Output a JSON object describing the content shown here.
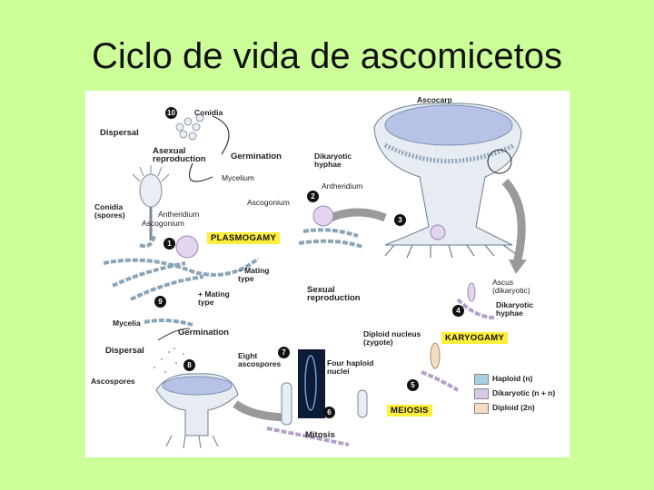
{
  "title": "Ciclo de vida de ascomicetos",
  "labels": {
    "ascocarp": "Ascocarp",
    "conidia": "Conidia",
    "dispersal_top": "Dispersal",
    "asexual_reproduction": "Asexual\nreproduction",
    "germination_top": "Germination",
    "mycelium": "Mycelium",
    "conidia_spores": "Conidia\n(spores)",
    "dikaryotic_hyphae_top": "Dikaryotic\nhyphae",
    "antheridium_right": "Antheridium",
    "ascogonium_right": "Ascogonium",
    "antheridium_left": "Antheridium",
    "ascogonium_left": "Ascogonium",
    "minus_mating": "– Mating\ntype",
    "plus_mating": "+ Mating\ntype",
    "sexual_reproduction": "Sexual\nreproduction",
    "ascus": "Ascus\n(dikaryotic)",
    "dikaryotic_hyphae_bottom": "Dikaryotic\nhyphae",
    "mycelia": "Mycelia",
    "germination_bottom": "Germination",
    "dispersal_bottom": "Dispersal",
    "ascospores": "Ascospores",
    "eight_ascospores": "Eight\nascospores",
    "four_haploid_nuclei": "Four haploid\nnuclei",
    "diploid_nucleus": "Diploid nucleus\n(zygote)",
    "mitosis": "Mitosis"
  },
  "stages": {
    "plasmogamy": "PLASMOGAMY",
    "karyogamy": "KARYOGAMY",
    "meiosis": "MEIOSIS"
  },
  "steps": [
    "1",
    "2",
    "3",
    "4",
    "5",
    "6",
    "7",
    "8",
    "9",
    "10"
  ],
  "legend": [
    {
      "label": "Haploid (n)",
      "color": "#a8cfe0"
    },
    {
      "label": "Dikaryotic (n + n)",
      "color": "#d9c8e6"
    },
    {
      "label": "Diploid (2n)",
      "color": "#f3dcc2"
    }
  ]
}
